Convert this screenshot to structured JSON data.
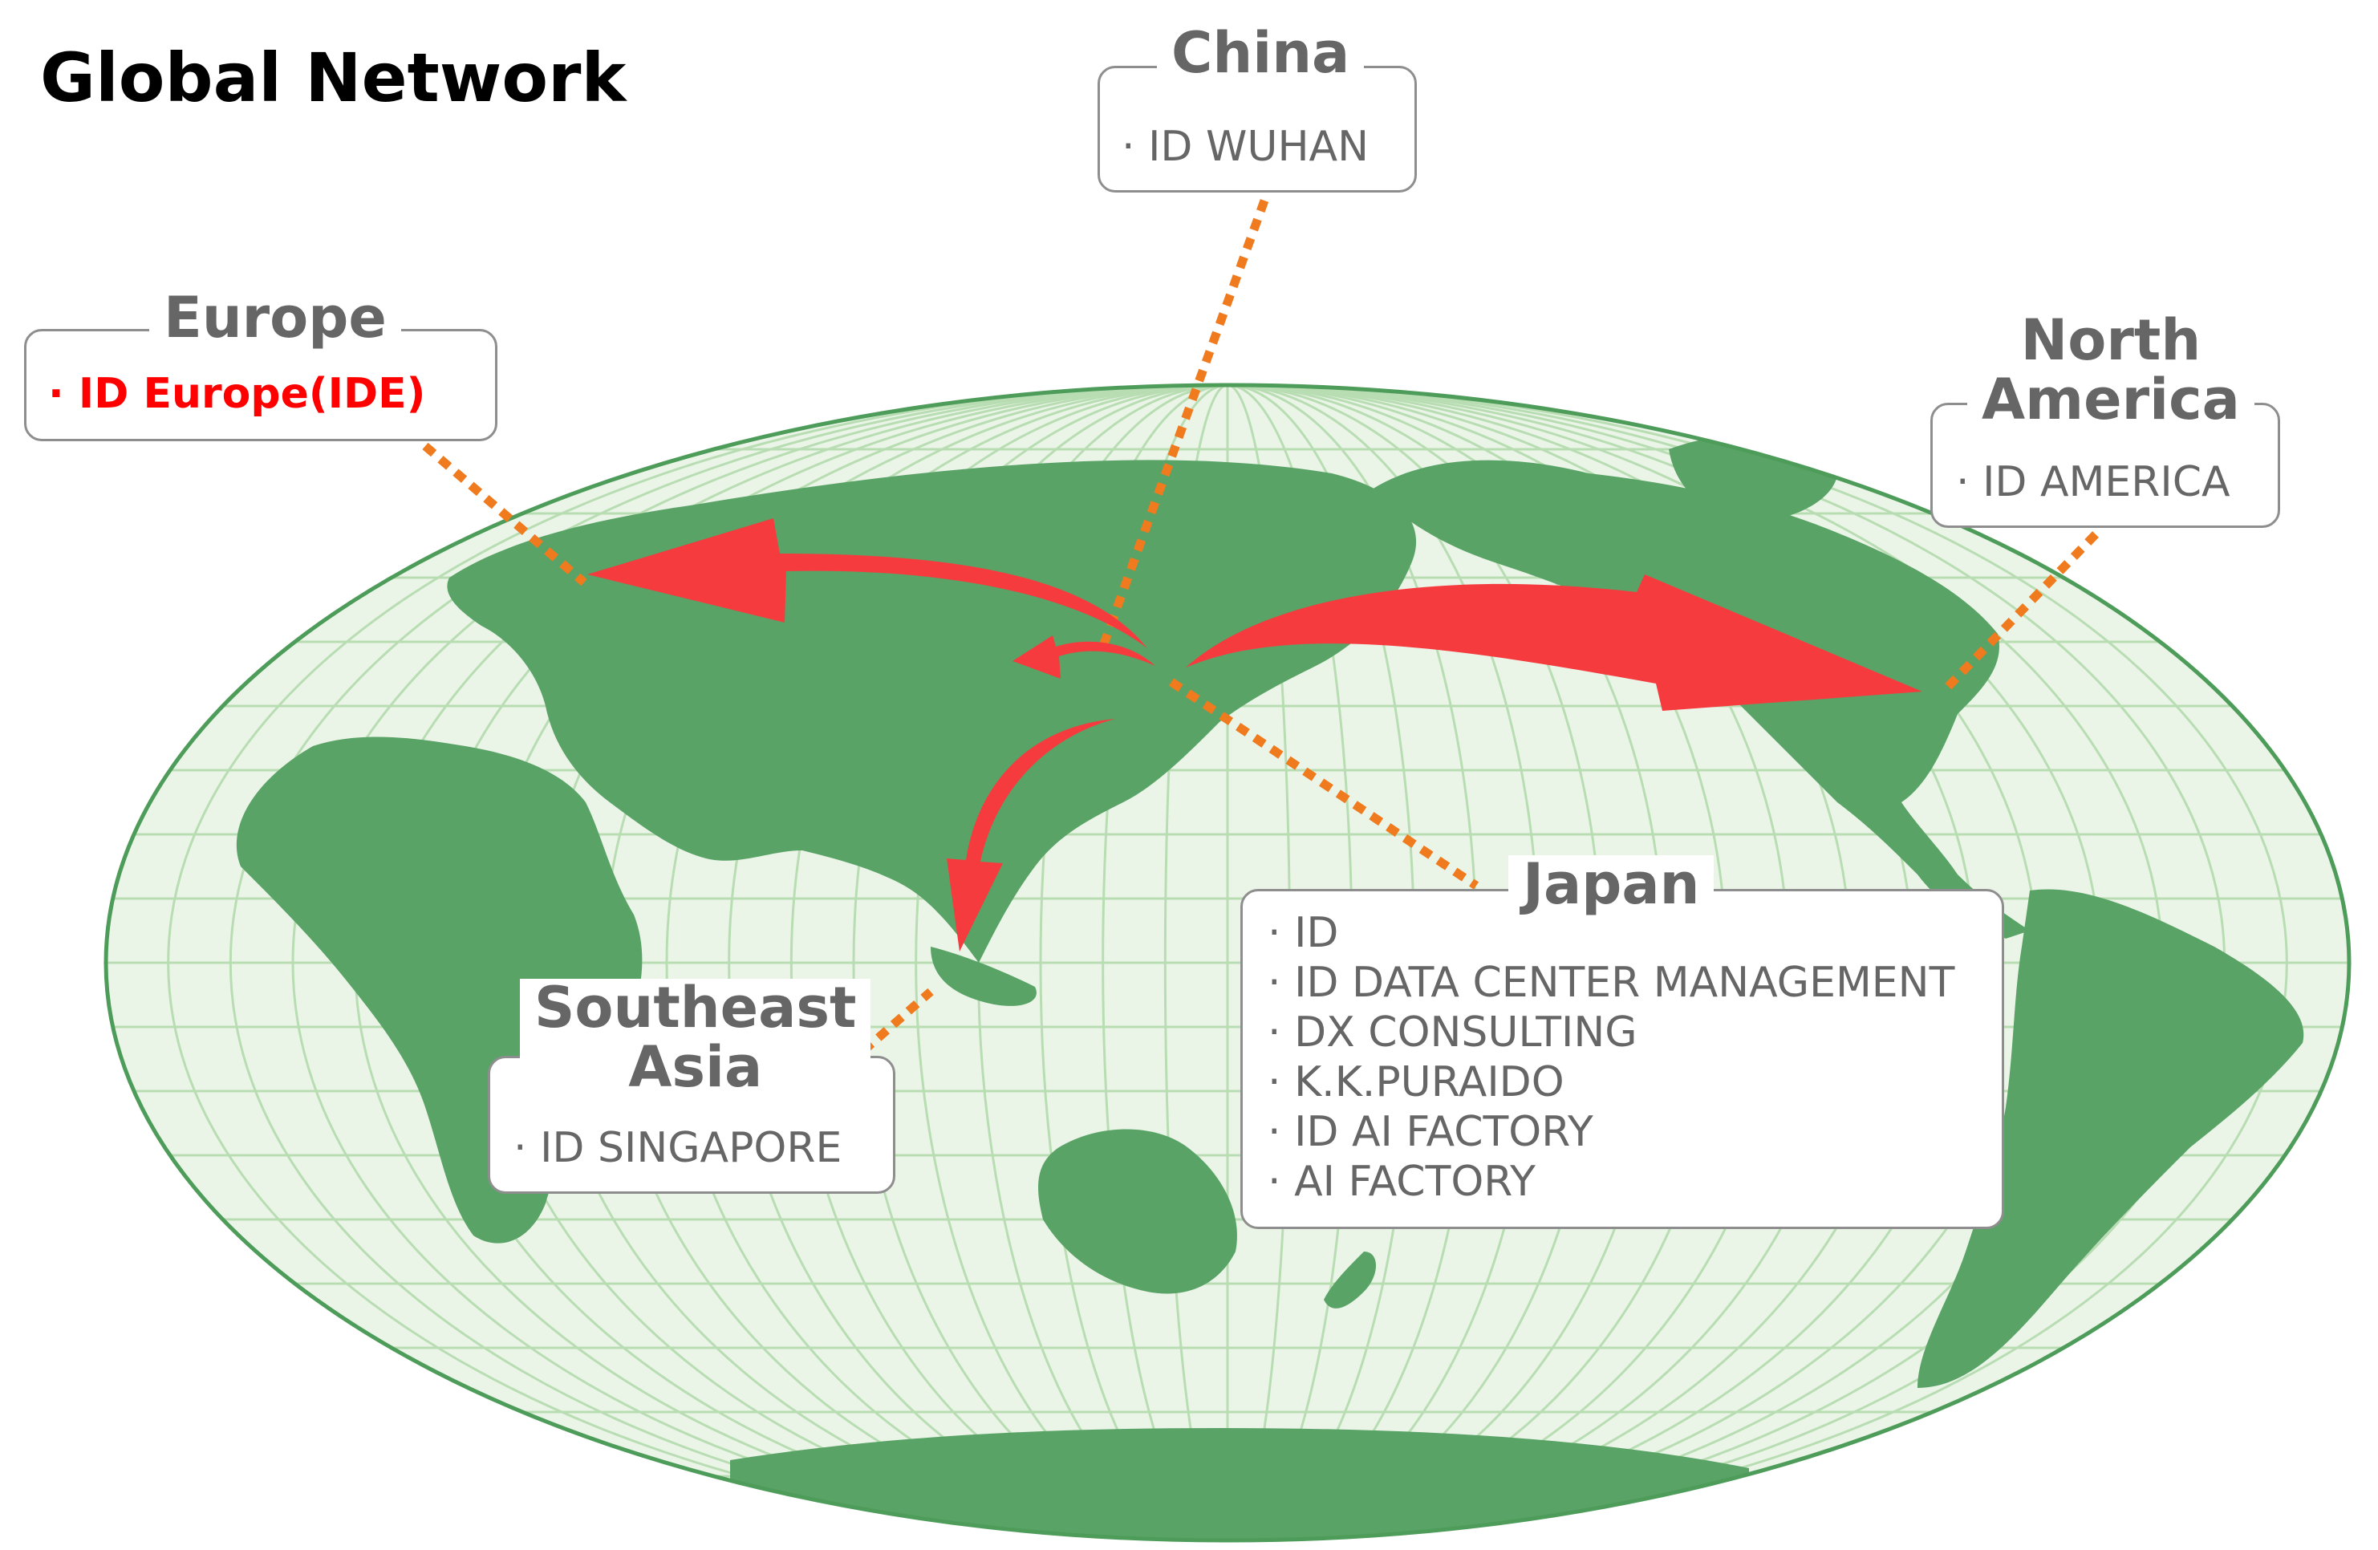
{
  "title": "Global Network",
  "colors": {
    "ocean": "#eaf5e8",
    "grid": "#b9ddb3",
    "land": "#5aa366",
    "border": "#4e9c5a",
    "arrow": "#f63b3e",
    "leader": "#f07a1e",
    "region_title": "#666666",
    "highlight": "#ff0000"
  },
  "regions": {
    "china": {
      "title": "China",
      "items": [
        "ID WUHAN"
      ]
    },
    "europe": {
      "title": "Europe",
      "items": [
        "ID Europe(IDE)"
      ]
    },
    "north_america": {
      "title": "North America",
      "title_lines": [
        "North",
        "America"
      ],
      "items": [
        "ID AMERICA"
      ]
    },
    "southeast_asia": {
      "title": "Southeast Asia",
      "title_lines": [
        "Southeast",
        "Asia"
      ],
      "items": [
        "ID SINGAPORE"
      ]
    },
    "japan": {
      "title": "Japan",
      "items": [
        "ID",
        "ID DATA CENTER MANAGEMENT",
        "DX CONSULTING",
        "K.K.PURAIDO",
        "ID AI FACTORY",
        "AI FACTORY"
      ]
    }
  }
}
